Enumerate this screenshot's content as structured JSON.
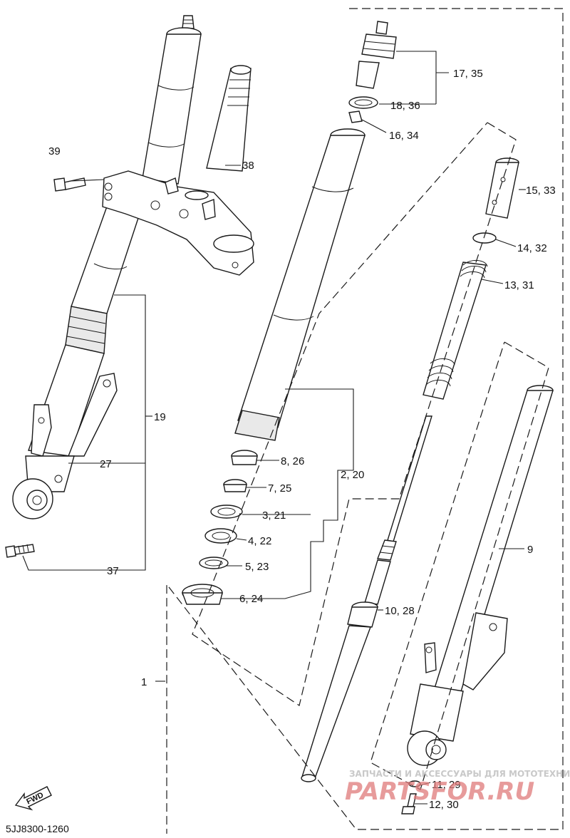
{
  "diagram": {
    "labels": {
      "p1": "1",
      "p2_20": "2, 20",
      "p3_21": "3, 21",
      "p4_22": "4, 22",
      "p5_23": "5, 23",
      "p6_24": "6, 24",
      "p7_25": "7, 25",
      "p8_26": "8, 26",
      "p9": "9",
      "p10_28": "10, 28",
      "p11_29": "11, 29",
      "p12_30": "12, 30",
      "p13_31": "13, 31",
      "p14_32": "14, 32",
      "p15_33": "15, 33",
      "p16_34": "16, 34",
      "p17_35": "17, 35",
      "p18_36": "18, 36",
      "p19": "19",
      "p27": "27",
      "p37": "37",
      "p38": "38",
      "p39": "39"
    },
    "fig_code": "5JJ8300-1260",
    "fwd_text": "FWD"
  },
  "watermark": {
    "tagline": "ЗАПЧАСТИ И АКСЕССУАРЫ ДЛЯ МОТОТЕХНИКИ",
    "brand": "PARTSFOR.RU"
  }
}
